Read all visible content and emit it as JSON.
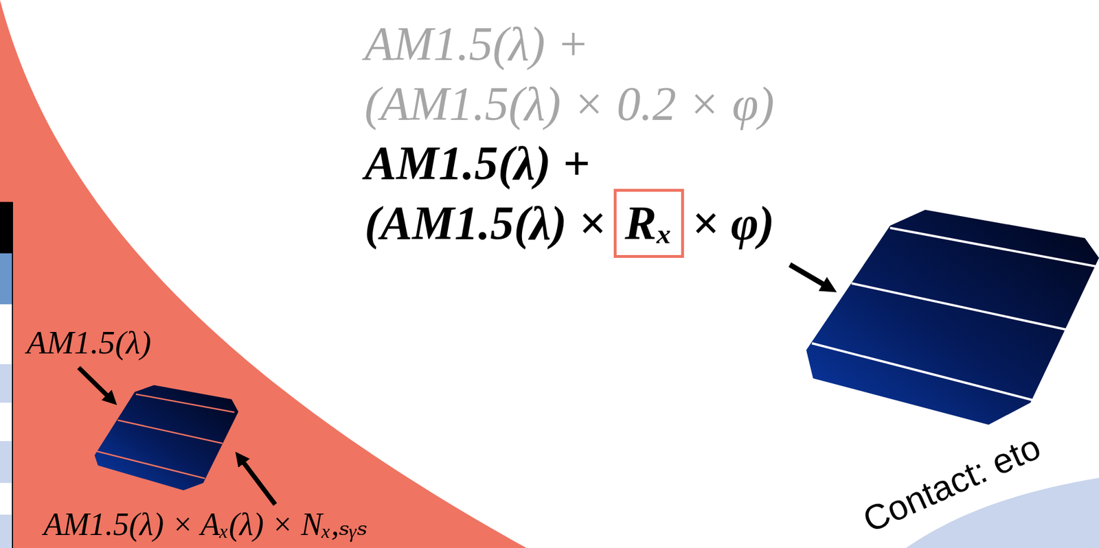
{
  "diagram": {
    "nodes": [
      {
        "text": [
          "Rₓ"
        ]
      }
    ],
    "labels": [
      "AM1.5(λ) +",
      "(AM1.5(λ) × 0.2 × φ)",
      "AM1.5(λ) +",
      "(AM1.5(λ) ×",
      "× φ)",
      "AM1.5(λ)",
      "AM1.5(λ) × Aₓ(λ) × Nₓ,ₛᵧₛ",
      "Contact: eto"
    ]
  }
}
